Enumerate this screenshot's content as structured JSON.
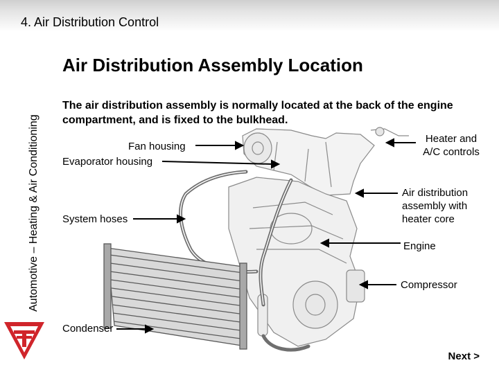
{
  "header": {
    "section_title": "4. Air Distribution Control"
  },
  "sidebar": {
    "course_caption": "Automotive – Heating & Air Conditioning"
  },
  "main": {
    "title": "Air Distribution Assembly Location",
    "intro": "The air distribution assembly is normally located at the back of the engine compartment, and is fixed to the bulkhead."
  },
  "figure": {
    "labels": {
      "fan_housing": "Fan housing",
      "evaporator_housing": "Evaporator housing",
      "system_hoses": "System hoses",
      "condenser": "Condenser",
      "heater_controls_1": "Heater and",
      "heater_controls_2": "A/C controls",
      "air_dist_1": "Air distribution",
      "air_dist_2": "assembly with",
      "air_dist_3": "heater core",
      "engine": "Engine",
      "compressor": "Compressor"
    }
  },
  "footer": {
    "next_label": "Next >"
  },
  "colors": {
    "logo_red": "#d0252b",
    "header_gray": "#d8d8d8"
  }
}
